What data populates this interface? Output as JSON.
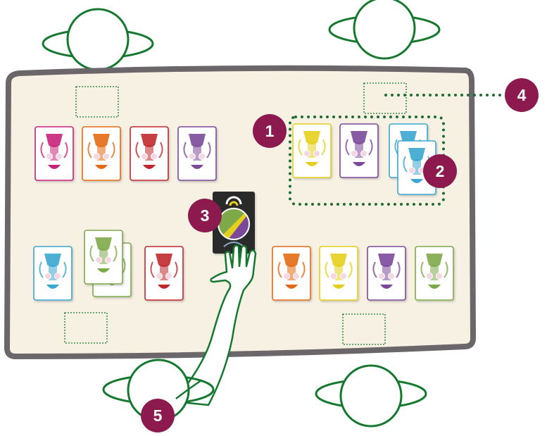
{
  "colors": {
    "outline": "#15782f",
    "table_fill": "#f7f1e3",
    "table_edge": "#6b6669",
    "badge": "#8c1a4f",
    "badge_text": "#ffffff",
    "dots": "#1d6b35"
  },
  "badges": [
    {
      "id": "badge-1",
      "text": "1"
    },
    {
      "id": "badge-2",
      "text": "2"
    },
    {
      "id": "badge-3",
      "text": "3"
    },
    {
      "id": "badge-4",
      "text": "4"
    },
    {
      "id": "badge-5",
      "text": "5"
    }
  ],
  "cards": [
    {
      "id": "card-pink-top-left",
      "color": "#c8247a"
    },
    {
      "id": "card-orange-top-left",
      "color": "#e36b12"
    },
    {
      "id": "card-red-top-left",
      "color": "#c0282d"
    },
    {
      "id": "card-purple-top-left",
      "color": "#7b4a9a"
    },
    {
      "id": "card-yellow-group",
      "color": "#e6cf1a"
    },
    {
      "id": "card-purple-group",
      "color": "#7b4a9a"
    },
    {
      "id": "card-blue-group-back",
      "color": "#3aa6cf"
    },
    {
      "id": "card-blue-group-front",
      "color": "#3aa6cf"
    },
    {
      "id": "card-blue-bottom-left",
      "color": "#3aa6cf"
    },
    {
      "id": "card-green-bottom-left-back",
      "color": "#7ea94a"
    },
    {
      "id": "card-green-bottom-left-front",
      "color": "#7ea94a"
    },
    {
      "id": "card-red-bottom-left",
      "color": "#c0282d"
    },
    {
      "id": "card-orange-bottom-right",
      "color": "#e36b12"
    },
    {
      "id": "card-yellow-bottom-right",
      "color": "#e6cf1a"
    },
    {
      "id": "card-purple-bottom-right",
      "color": "#7b4a9a"
    },
    {
      "id": "card-green-bottom-right",
      "color": "#7ea94a"
    }
  ],
  "special_card": {
    "colors": [
      "#7ea94a",
      "#e6cf1a",
      "#7b4a9a"
    ]
  },
  "players": [
    "player-top-left",
    "player-top-right",
    "player-bottom-left",
    "player-bottom-right"
  ]
}
